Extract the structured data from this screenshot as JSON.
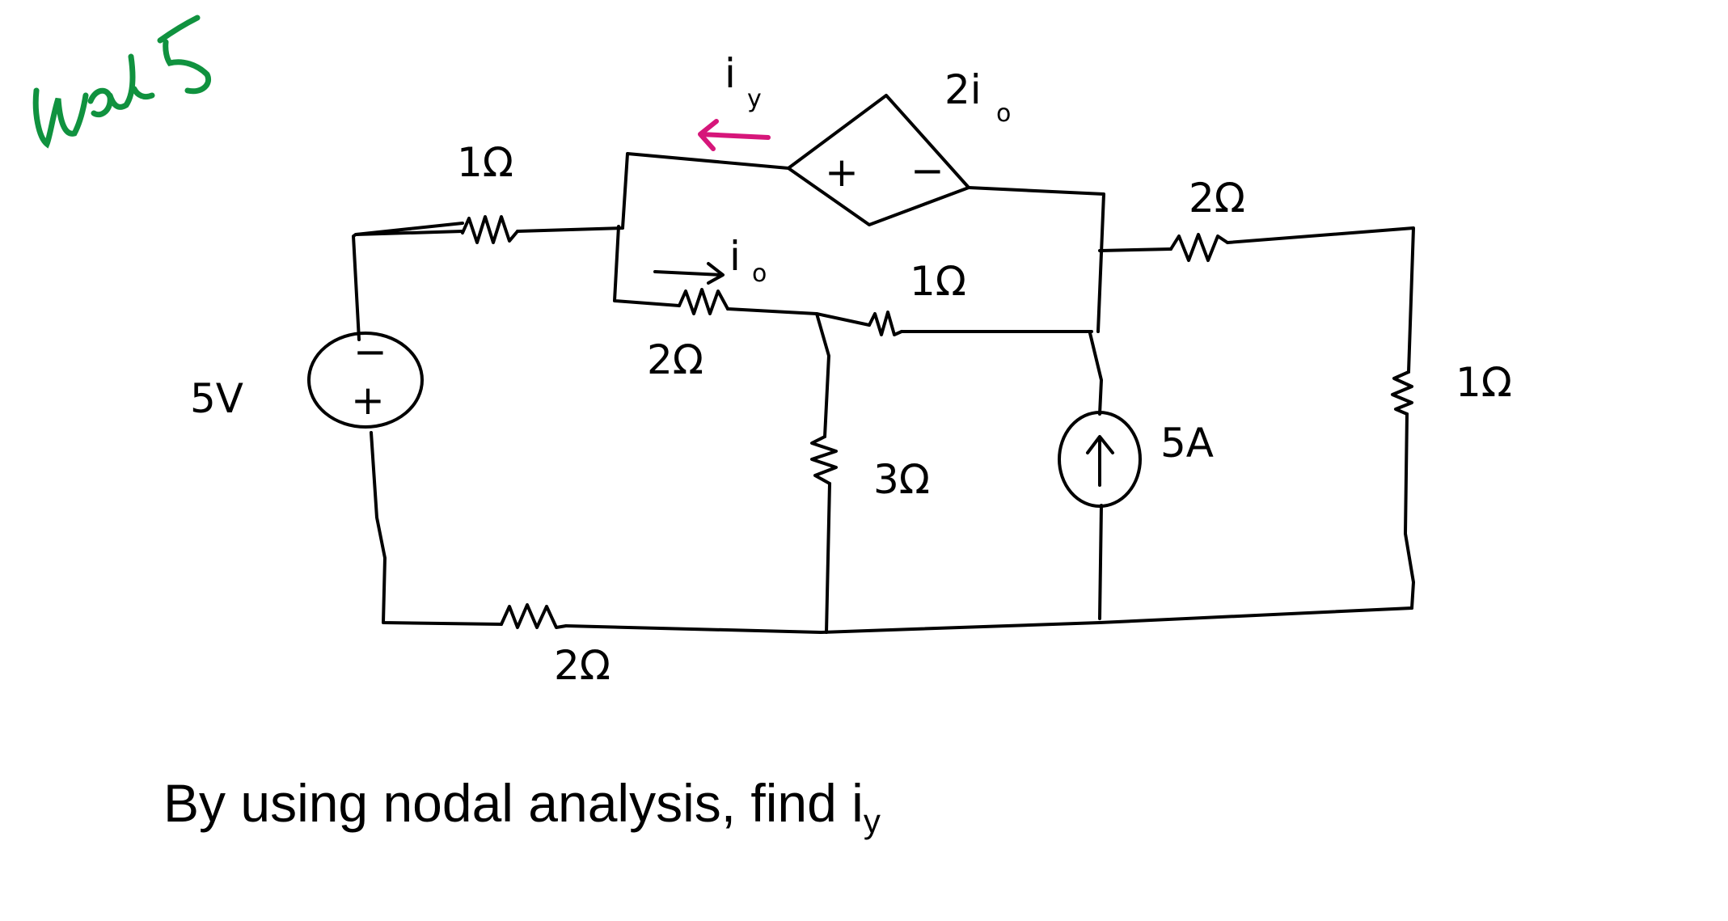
{
  "annotation": {
    "text": "Ans 5",
    "color": "#10923f"
  },
  "question": {
    "prefix": "By using nodal analysis, find i",
    "subscript": "y"
  },
  "labels": {
    "iy_main": "i",
    "iy_sub": "y",
    "dep_source_main": "2i",
    "dep_source_sub": "o",
    "dep_plus": "+",
    "dep_minus": "−",
    "io_main": "i",
    "io_sub": "o",
    "r_top_left": "1Ω",
    "r_inner_left": "2Ω",
    "r_inner_right": "1Ω",
    "r_top_right": "2Ω",
    "r_right": "1Ω",
    "r_mid": "3Ω",
    "r_bottom": "2Ω",
    "v_source": "5V",
    "v_minus": "−",
    "v_plus": "+",
    "i_source": "5A"
  },
  "colors": {
    "ink": "#000000",
    "arrow": "#d6167a"
  }
}
